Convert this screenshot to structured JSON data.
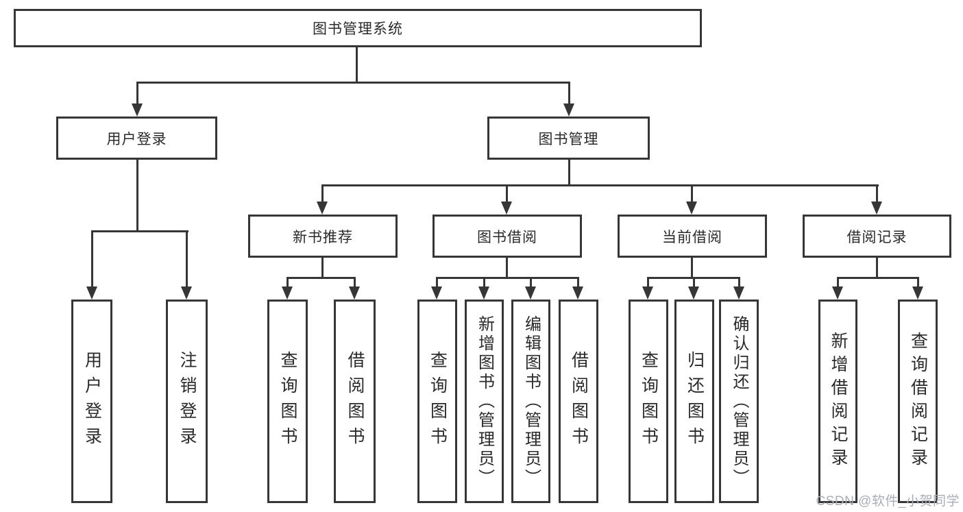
{
  "tree": {
    "label": "图书管理系统",
    "children": [
      {
        "label": "用户登录",
        "children": [
          {
            "label": "用户登录"
          },
          {
            "label": "注销登录"
          }
        ]
      },
      {
        "label": "图书管理",
        "children": [
          {
            "label": "新书推荐",
            "children": [
              {
                "label": "查询图书"
              },
              {
                "label": "借阅图书"
              }
            ]
          },
          {
            "label": "图书借阅",
            "children": [
              {
                "label": "查询图书"
              },
              {
                "label": "新增图书（管理员）"
              },
              {
                "label": "编辑图书（管理员）"
              },
              {
                "label": "借阅图书"
              }
            ]
          },
          {
            "label": "当前借阅",
            "children": [
              {
                "label": "查询图书"
              },
              {
                "label": "归还图书"
              },
              {
                "label": "确认归还（管理员）"
              }
            ]
          },
          {
            "label": "借阅记录",
            "children": [
              {
                "label": "新增借阅记录"
              },
              {
                "label": "查询借阅记录"
              }
            ]
          }
        ]
      }
    ]
  },
  "watermark": "CSDN @软件_小贺同学",
  "colors": {
    "line": "#363636",
    "background": "#ffffff",
    "watermark": "#a8aeb6"
  }
}
